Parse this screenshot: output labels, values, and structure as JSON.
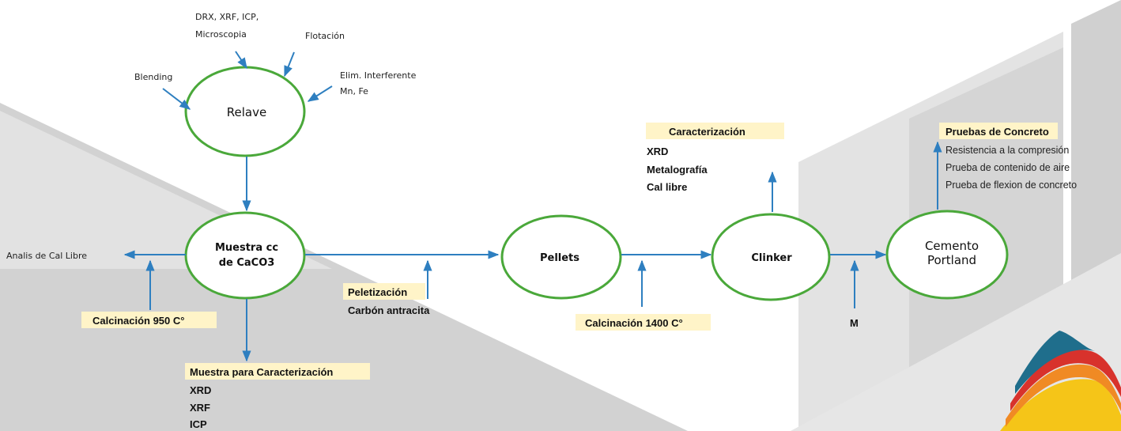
{
  "colors": {
    "ellipse_stroke": "#4aa83a",
    "arrow": "#2e7fc0",
    "highlight": "#fff4c8",
    "background_shape": "#d6d6d6",
    "logo": [
      "#1f6e8c",
      "#d8322c",
      "#f08a24",
      "#f5c518"
    ]
  },
  "nodes": {
    "relave": "Relave",
    "muestra_line1": "Muestra cc",
    "muestra_line2": "de CaCO3",
    "pellets": "Pellets",
    "clinker": "Clinker",
    "cemento_line1": "Cemento",
    "cemento_line2": "Portland"
  },
  "inputs_relave": {
    "drx_line1": "DRX, XRF, ICP,",
    "drx_line2": "Microscopia",
    "flotacion": "Flotación",
    "blending": "Blending",
    "elim_line1": "Elim. Interferente",
    "elim_line2": "Mn, Fe"
  },
  "analisis_cal": "Analis de Cal Libre",
  "calcinacion_950": "Calcinación 950 C°",
  "peletizacion": "Peletización",
  "carbon": "Carbón antracita",
  "calcinacion_1400": "Calcinación 1400 C°",
  "m_label": "M",
  "caracterizacion": {
    "title": "Caracterización",
    "items": [
      "XRD",
      "Metalografía",
      "Cal libre"
    ]
  },
  "pruebas": {
    "title": "Pruebas de Concreto",
    "items": [
      "Resistencia a la compresión",
      "Prueba de contenido de aire",
      "Prueba de flexion de concreto"
    ]
  },
  "muestra_caract": {
    "title": "Muestra para Caracterización",
    "items": [
      "XRD",
      "XRF",
      "ICP"
    ]
  }
}
